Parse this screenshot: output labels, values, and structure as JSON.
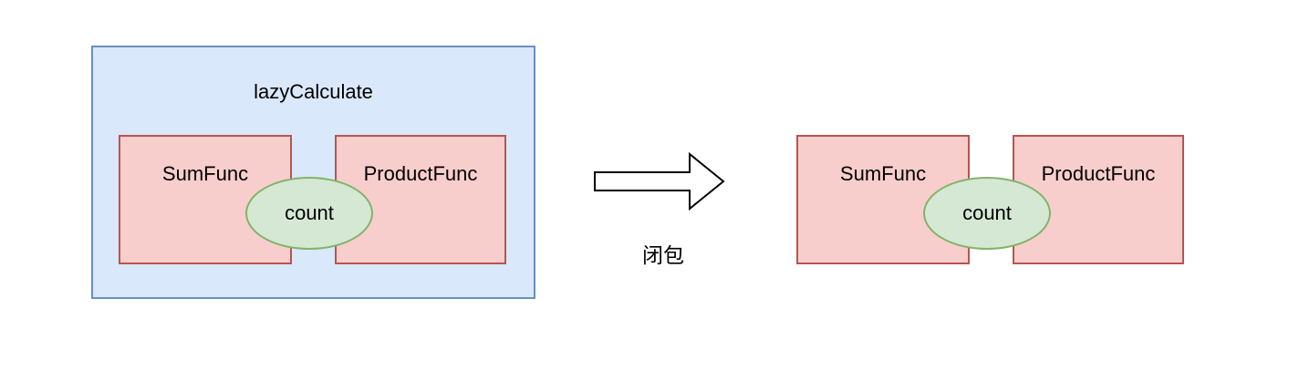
{
  "diagram": {
    "left_group": {
      "container_label": "lazyCalculate",
      "boxes": [
        {
          "label": "SumFunc"
        },
        {
          "label": "ProductFunc"
        }
      ],
      "ellipse_label": "count"
    },
    "arrow": {
      "label": "闭包",
      "direction": "right"
    },
    "right_group": {
      "boxes": [
        {
          "label": "SumFunc"
        },
        {
          "label": "ProductFunc"
        }
      ],
      "ellipse_label": "count"
    },
    "colors": {
      "container_fill": "#dae8fc",
      "container_border": "#6c8ebf",
      "box_fill": "#f8cecc",
      "box_border": "#b85450",
      "ellipse_fill": "#d5e8d4",
      "ellipse_border": "#82b366",
      "arrow_fill": "#ffffff",
      "arrow_stroke": "#000000",
      "text": "#000000"
    }
  }
}
